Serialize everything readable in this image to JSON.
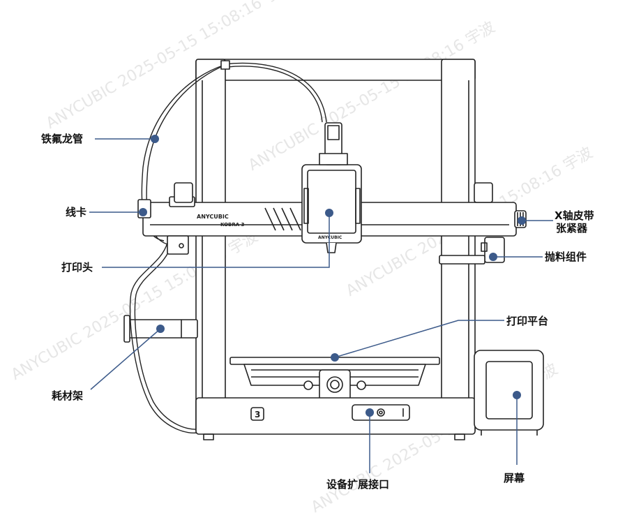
{
  "watermark": "ANYCUBIC 2025-05-15 15:08:16 宇波",
  "colors": {
    "callout": "#3c5a8a",
    "outline": "#222222"
  },
  "device": {
    "brand": "ANYCUBIC",
    "model": "KOBRA 3",
    "front_badge": "3"
  },
  "labels": {
    "ptfe_tube": "铁氟龙管",
    "cable_clip": "线卡",
    "print_head": "打印头",
    "spool_holder": "耗材架",
    "x_belt_tensioner_line1": "X轴皮带",
    "x_belt_tensioner_line2": "张紧器",
    "purge_assembly": "抛料组件",
    "print_bed": "打印平台",
    "expansion_port": "设备扩展接口",
    "screen": "屏幕"
  }
}
